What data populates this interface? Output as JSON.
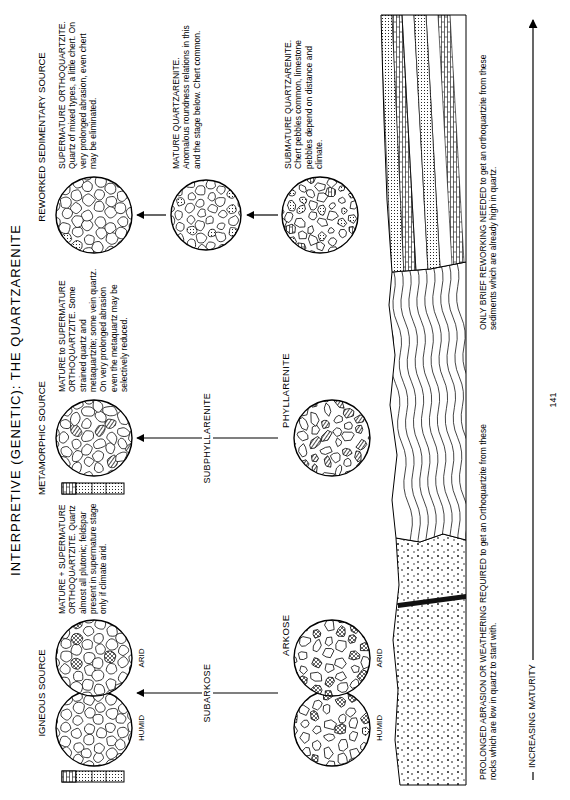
{
  "diagram": {
    "title": "INTERPRETIVE (GENETIC): THE QUARTZARENITE",
    "nodes": [
      {
        "text": [
          "MATURE + SUPERMATURE ORTHOQUARTZITE. Quartz almost all plutonic; feldspar present in supermature stage only if climate arid."
        ]
      },
      {
        "text": [
          "MATURE to SUPERMATURE ORTHOQUARTZITE. Some strained quartz and metaquartzite; some vein quartz. On very prolonged abrasion even the metaquartz may be selectively reduced."
        ]
      },
      {
        "text": [
          "SUPERMATURE ORTHOQUARTZITE. Quartz of mixed types, a little chert. On very prolonged abrasion, even chert may be eliminated."
        ]
      },
      {
        "text": [
          "MATURE QUARTZARENITE. Anomalous roundness relations in this and the stage below. Chert common."
        ]
      },
      {
        "text": [
          "ARKOSE"
        ]
      },
      {
        "text": [
          "PHYLLARENITE"
        ]
      },
      {
        "text": [
          "SUBMATURE QUARTZARENITE. Chert pebbles common, limestone pebbles depend on distance and climate."
        ]
      }
    ],
    "edges": [
      {
        "from": 4,
        "to": 0,
        "arrow": "to",
        "label": "SUBARKOSE"
      },
      {
        "from": 5,
        "to": 1,
        "arrow": "to",
        "label": "SUBPHYLLARENITE"
      },
      {
        "from": 6,
        "to": 3,
        "arrow": "to"
      },
      {
        "from": 3,
        "to": 2,
        "arrow": "to"
      }
    ],
    "labels": [
      "IGNEOUS SOURCE",
      "METAMORPHIC SOURCE",
      "REWORKED SEDIMENTARY SOURCE",
      "HUMID",
      "ARID",
      "HUMID",
      "ARID",
      "PROLONGED ABRASION OR WEATHERING REQUIRED to get an Orthoquartzite from these rocks which are low in quartz to start with.",
      "ONLY BRIEF REWORKING NEEDED to get an orthoquartzite from these sediments which are already high in quartz.",
      "INCREASING MATURITY",
      "141"
    ]
  }
}
